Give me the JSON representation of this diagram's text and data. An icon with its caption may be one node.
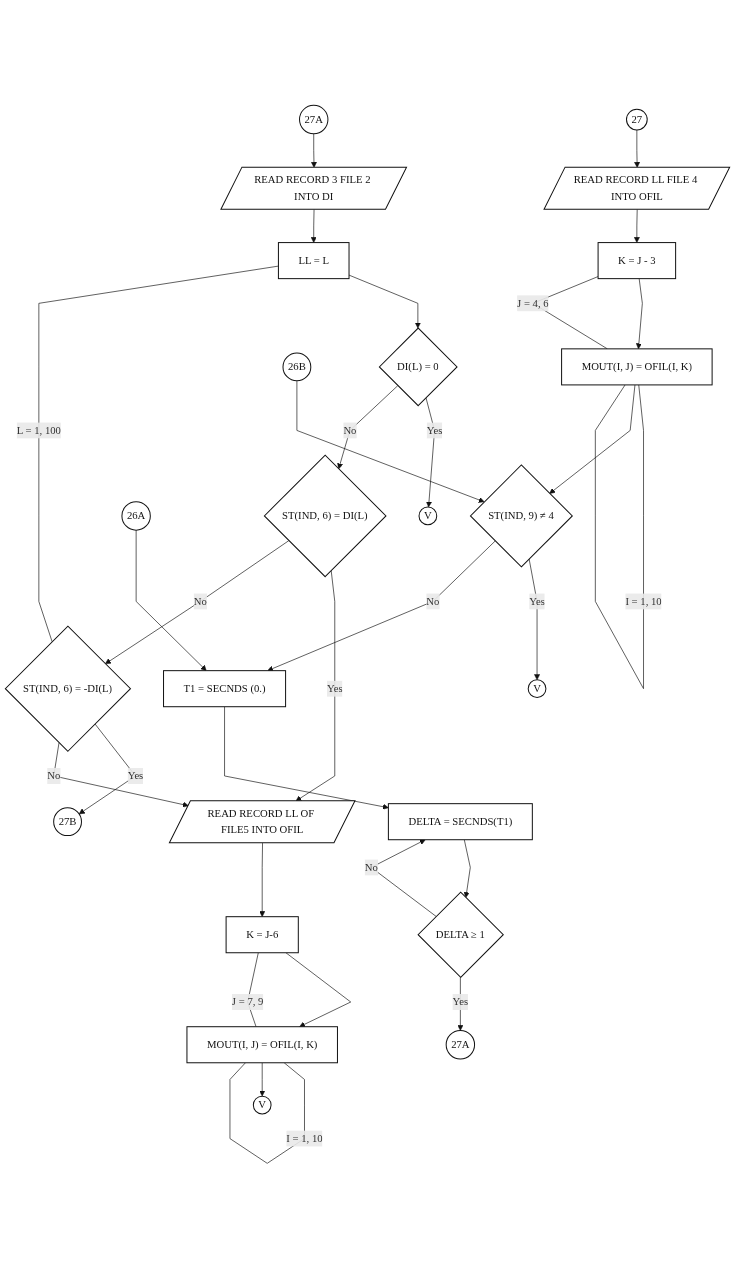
{
  "diagram": {
    "nodes": [
      {
        "text": [
          "27"
        ]
      },
      {
        "text": [
          "READ RECORD LL FILE 4 INTO OFIL"
        ]
      },
      {
        "text": [
          "K = J - 3"
        ]
      },
      {
        "text": [
          "MOUT(I, J) = OFIL(I, K)"
        ]
      },
      {
        "text": [
          "26B"
        ]
      },
      {
        "text": [
          "ST(IND, 9) ≠ 4"
        ]
      },
      {
        "text": [
          "V"
        ]
      },
      {
        "text": [
          "26A"
        ]
      },
      {
        "text": [
          "T1 = SECNDS (0.)"
        ]
      },
      {
        "text": [
          "DELTA = SECNDS(T1)"
        ]
      },
      {
        "text": [
          "DELTA ≥ 1"
        ]
      },
      {
        "text": [
          "27A"
        ]
      },
      {
        "text": [
          "27A"
        ]
      },
      {
        "text": [
          "READ RECORD 3 FILE 2 INTO DI"
        ]
      },
      {
        "text": [
          "LL = L"
        ]
      },
      {
        "text": [
          "DI(L) = 0"
        ]
      },
      {
        "text": [
          "V"
        ]
      },
      {
        "text": [
          "ST(IND, 6) = DI(L)"
        ]
      },
      {
        "text": [
          "ST(IND, 6) = -DI(L)"
        ]
      },
      {
        "text": [
          "27B"
        ]
      },
      {
        "text": [
          "READ RECORD LL OF FILE5 INTO OFIL"
        ]
      },
      {
        "text": [
          "K = J-6"
        ]
      },
      {
        "text": [
          "MOUT(I, J) = OFIL(I, K)"
        ]
      },
      {
        "text": [
          "V"
        ]
      }
    ],
    "edges": [
      {
        "from": 0,
        "to": 1,
        "arrow": "to"
      },
      {
        "from": 1,
        "to": 2,
        "arrow": "to"
      },
      {
        "from": 2,
        "to": 3,
        "arrow": "to"
      },
      {
        "from": 3,
        "to": 3,
        "arrow": "none",
        "label": "I = 1, 10"
      },
      {
        "from": 3,
        "to": 2,
        "arrow": "none",
        "label": "J = 4, 6"
      },
      {
        "from": 3,
        "to": 5,
        "arrow": "to"
      },
      {
        "from": 4,
        "to": 5,
        "arrow": "to"
      },
      {
        "from": 5,
        "to": 6,
        "arrow": "to",
        "label": "Yes"
      },
      {
        "from": 5,
        "to": 8,
        "arrow": "to",
        "label": "No"
      },
      {
        "from": 7,
        "to": 8,
        "arrow": "to"
      },
      {
        "from": 8,
        "to": 9,
        "arrow": "to"
      },
      {
        "from": 9,
        "to": 10,
        "arrow": "to"
      },
      {
        "from": 10,
        "to": 9,
        "arrow": "to",
        "label": "No"
      },
      {
        "from": 10,
        "to": 11,
        "arrow": "to",
        "label": "Yes"
      },
      {
        "from": 12,
        "to": 13,
        "arrow": "to"
      },
      {
        "from": 13,
        "to": 14,
        "arrow": "to"
      },
      {
        "from": 14,
        "to": 15,
        "arrow": "to"
      },
      {
        "from": 15,
        "to": 16,
        "arrow": "to",
        "label": "Yes"
      },
      {
        "from": 15,
        "to": 17,
        "arrow": "to",
        "label": "No"
      },
      {
        "from": 17,
        "to": 20,
        "arrow": "to",
        "label": "Yes"
      },
      {
        "from": 17,
        "to": 18,
        "arrow": "to",
        "label": "No"
      },
      {
        "from": 18,
        "to": 19,
        "arrow": "to",
        "label": "Yes"
      },
      {
        "from": 18,
        "to": 20,
        "arrow": "to",
        "label": "No"
      },
      {
        "from": 18,
        "to": 14,
        "arrow": "none",
        "label": "L = 1, 100"
      },
      {
        "from": 20,
        "to": 21,
        "arrow": "to"
      },
      {
        "from": 21,
        "to": 22,
        "arrow": "to"
      },
      {
        "from": 22,
        "to": 22,
        "arrow": "none",
        "label": "I = 1, 10"
      },
      {
        "from": 22,
        "to": 21,
        "arrow": "none",
        "label": "J = 7, 9"
      },
      {
        "from": 22,
        "to": 23,
        "arrow": "to"
      }
    ]
  }
}
